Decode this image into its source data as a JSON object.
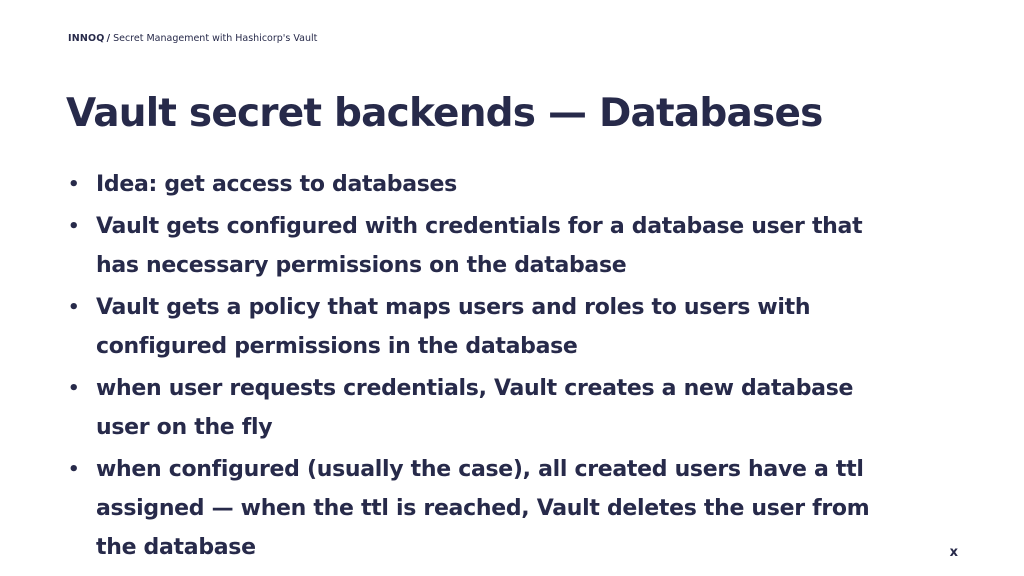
{
  "header": {
    "brand": "INNOQ",
    "separator": "/",
    "subtitle": "Secret Management with Hashicorp's Vault"
  },
  "slide": {
    "title": "Vault secret backends — Databases",
    "bullets": [
      "Idea: get access to databases",
      "Vault gets configured with credentials for a database user that has necessary permissions on the database",
      "Vault gets a policy that maps users and roles to users with configured permissions in the database",
      "when user requests credentials, Vault creates a new database user on the fly",
      "when configured (usually the case), all created users have a ttl assigned — when the ttl is reached, Vault deletes the user from the database"
    ],
    "bullet_symbol": "•"
  },
  "footer": {
    "mark": "x"
  },
  "colors": {
    "text": "#272a4a",
    "background": "#ffffff"
  }
}
